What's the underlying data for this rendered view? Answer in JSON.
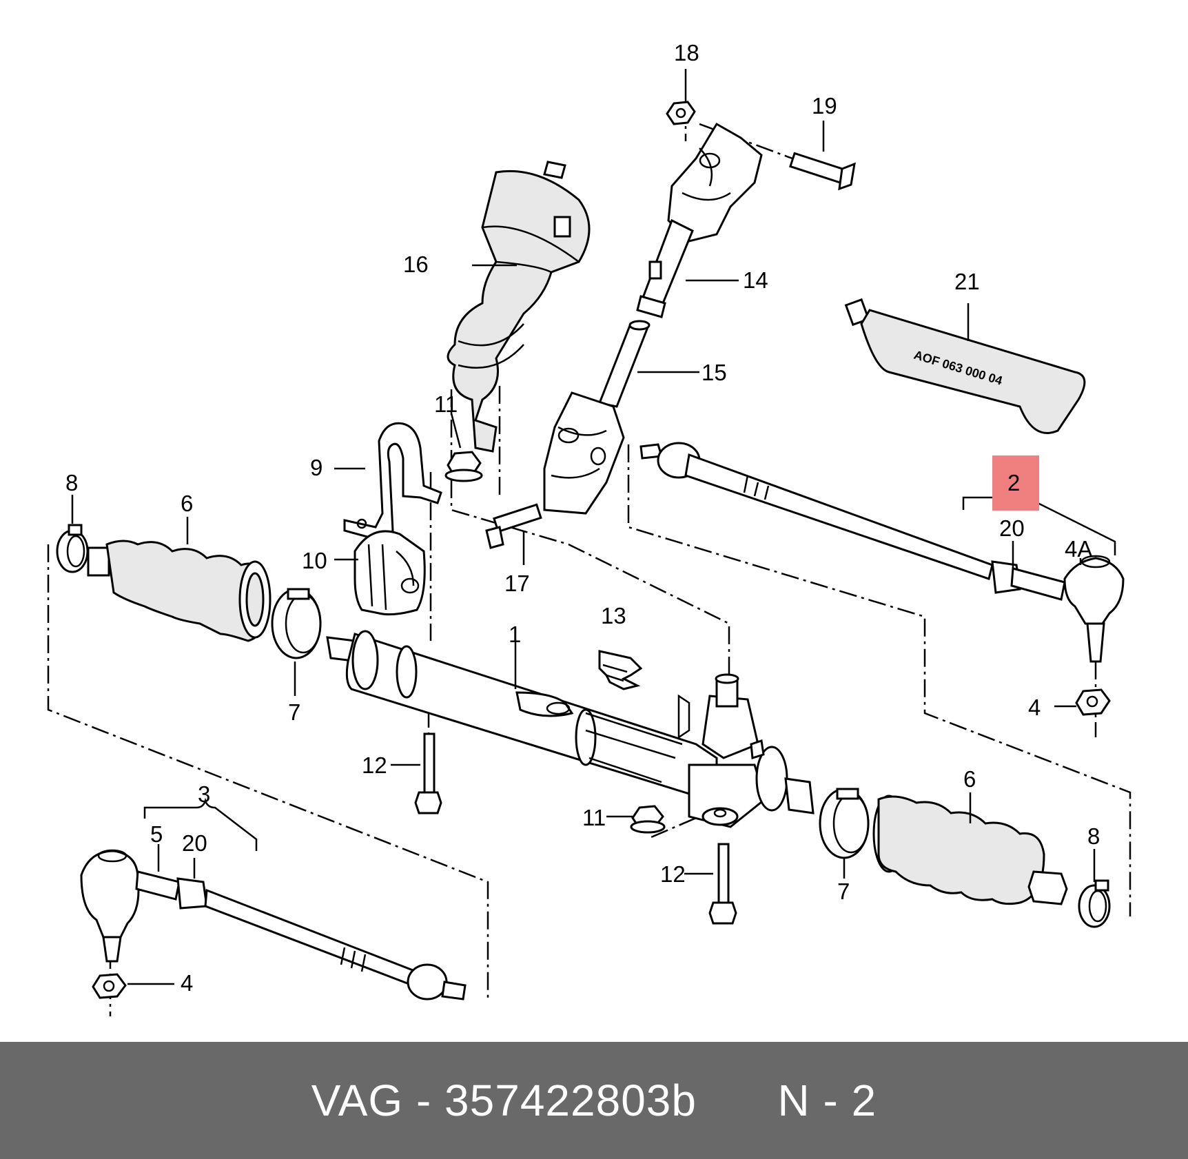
{
  "diagram": {
    "highlight_color": "#f08080",
    "stamp_text": "AOF 063 000 04",
    "labels": [
      "1",
      "2",
      "3",
      "4",
      "4",
      "4A",
      "5",
      "6",
      "6",
      "7",
      "7",
      "8",
      "8",
      "9",
      "10",
      "11",
      "11",
      "12",
      "12",
      "13",
      "14",
      "15",
      "16",
      "17",
      "18",
      "19",
      "20",
      "20",
      "21"
    ]
  },
  "footer": {
    "brand": "VAG",
    "separator": "-",
    "part_number": "357422803b",
    "ref_prefix": "N",
    "ref_separator": "-",
    "ref_number": "2",
    "background": "#696969"
  }
}
